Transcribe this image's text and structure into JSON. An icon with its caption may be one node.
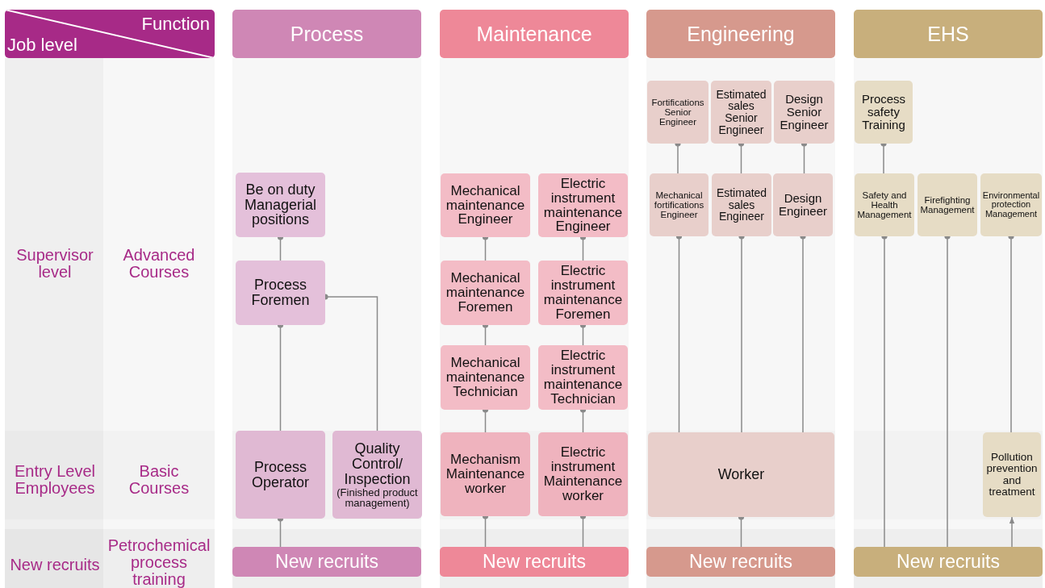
{
  "diagram": {
    "nodes": [
      {
        "text": [
          "Function",
          "Job level"
        ]
      },
      {
        "text": [
          "Process"
        ]
      },
      {
        "text": [
          "Maintenance"
        ]
      },
      {
        "text": [
          "Engineering"
        ]
      },
      {
        "text": [
          "EHS"
        ]
      },
      {
        "text": [
          "Be on duty Managerial positions"
        ]
      },
      {
        "text": [
          "Process Foremen"
        ]
      },
      {
        "text": [
          "Process Operator"
        ]
      },
      {
        "text": [
          "Quality Control/ Inspection",
          "(Finished product management)"
        ]
      },
      {
        "text": [
          "New recruits"
        ]
      },
      {
        "text": [
          "Mechanical maintenance Engineer"
        ]
      },
      {
        "text": [
          "Electric instrument maintenance Engineer"
        ]
      },
      {
        "text": [
          "Mechanical maintenance Foremen"
        ]
      },
      {
        "text": [
          "Electric instrument maintenance Foremen"
        ]
      },
      {
        "text": [
          "Mechanical maintenance Technician"
        ]
      },
      {
        "text": [
          "Electric instrument maintenance Technician"
        ]
      },
      {
        "text": [
          "Mechanism Maintenance worker"
        ]
      },
      {
        "text": [
          "Electric instrument Maintenance worker"
        ]
      },
      {
        "text": [
          "New recruits"
        ]
      },
      {
        "text": [
          "Fortifications Senior Engineer"
        ]
      },
      {
        "text": [
          "Estimated sales Senior Engineer"
        ]
      },
      {
        "text": [
          "Design Senior Engineer"
        ]
      },
      {
        "text": [
          "Mechanical fortifications Engineer"
        ]
      },
      {
        "text": [
          "Estimated sales Engineer"
        ]
      },
      {
        "text": [
          "Design Engineer"
        ]
      },
      {
        "text": [
          "Worker"
        ]
      },
      {
        "text": [
          "New recruits"
        ]
      },
      {
        "text": [
          "Process safety Training"
        ]
      },
      {
        "text": [
          "Safety and Health Management"
        ]
      },
      {
        "text": [
          "Firefighting Management"
        ]
      },
      {
        "text": [
          "Environmental protection Management"
        ]
      },
      {
        "text": [
          "Pollution prevention and treatment"
        ]
      },
      {
        "text": [
          "New recruits"
        ]
      }
    ],
    "edges": [
      {
        "from": 6,
        "to": 5,
        "arrow": "other"
      },
      {
        "from": 7,
        "to": 6,
        "arrow": "other"
      },
      {
        "from": 8,
        "to": 6,
        "arrow": "other"
      },
      {
        "from": 9,
        "to": 7,
        "arrow": "other"
      },
      {
        "from": 12,
        "to": 10,
        "arrow": "other"
      },
      {
        "from": 13,
        "to": 11,
        "arrow": "other"
      },
      {
        "from": 14,
        "to": 12,
        "arrow": "other"
      },
      {
        "from": 15,
        "to": 13,
        "arrow": "other"
      },
      {
        "from": 16,
        "to": 14,
        "arrow": "other"
      },
      {
        "from": 17,
        "to": 15,
        "arrow": "other"
      },
      {
        "from": 18,
        "to": 16,
        "arrow": "other"
      },
      {
        "from": 18,
        "to": 17,
        "arrow": "other"
      },
      {
        "from": 22,
        "to": 19,
        "arrow": "other"
      },
      {
        "from": 23,
        "to": 20,
        "arrow": "other"
      },
      {
        "from": 24,
        "to": 21,
        "arrow": "other"
      },
      {
        "from": 25,
        "to": 22,
        "arrow": "other"
      },
      {
        "from": 25,
        "to": 23,
        "arrow": "other"
      },
      {
        "from": 25,
        "to": 24,
        "arrow": "other"
      },
      {
        "from": 26,
        "to": 25,
        "arrow": "other"
      },
      {
        "from": 28,
        "to": 27,
        "arrow": "other"
      },
      {
        "from": 32,
        "to": 28,
        "arrow": "other"
      },
      {
        "from": 32,
        "to": 29,
        "arrow": "other"
      },
      {
        "from": 31,
        "to": 30,
        "arrow": "other"
      },
      {
        "from": 32,
        "to": 31,
        "arrow": "to"
      }
    ],
    "labels": [
      "Supervisor level",
      "Advanced Courses",
      "Entry Level Employees",
      "Basic Courses",
      "New recruits",
      "Petrochemical process training"
    ]
  }
}
